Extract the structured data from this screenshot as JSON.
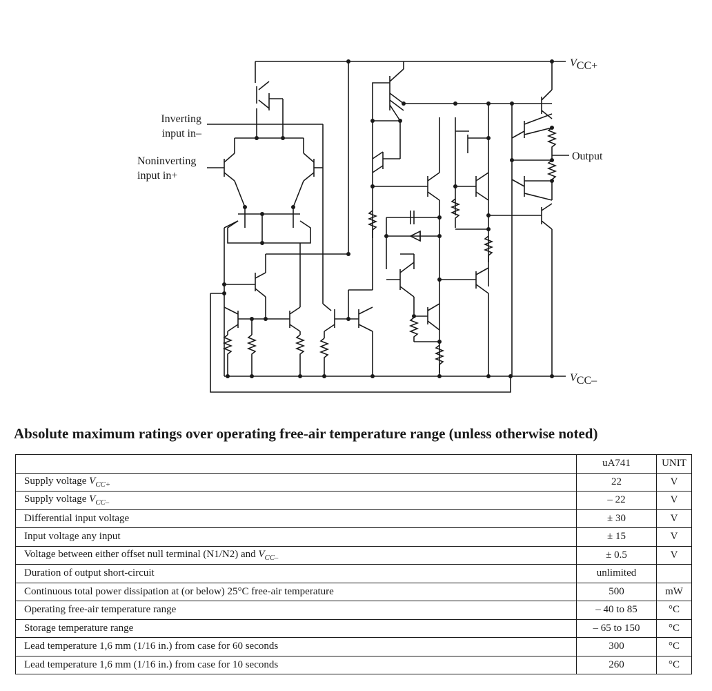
{
  "schematic": {
    "labels": {
      "inverting_line1": "Inverting",
      "inverting_line2": "input in–",
      "noninverting_line1": "Noninverting",
      "noninverting_line2": "input in+",
      "output": "Output",
      "vcc_plus_main": "V",
      "vcc_plus_sub": "CC+",
      "vcc_minus_main": "V",
      "vcc_minus_sub": "CC–"
    }
  },
  "table": {
    "title": "Absolute maximum ratings over operating free-air temperature range (unless otherwise noted)",
    "header": {
      "param": "",
      "value": "uA741",
      "unit": "UNIT"
    },
    "rows": [
      {
        "param": "Supply voltage ",
        "var": "V",
        "var_sub": "CC+",
        "value": "22",
        "unit": "V"
      },
      {
        "param": "Supply voltage ",
        "var": "V",
        "var_sub": "CC–",
        "value": "– 22",
        "unit": "V"
      },
      {
        "param": "Differential input voltage",
        "var": "",
        "var_sub": "",
        "value": "± 30",
        "unit": "V"
      },
      {
        "param": "Input voltage any input",
        "var": "",
        "var_sub": "",
        "value": "± 15",
        "unit": "V"
      },
      {
        "param": "Voltage between either offset null terminal (N1/N2) and ",
        "var": "V",
        "var_sub": "CC–",
        "value": "± 0.5",
        "unit": "V"
      },
      {
        "param": "Duration of output short-circuit",
        "var": "",
        "var_sub": "",
        "value": "unlimited",
        "unit": ""
      },
      {
        "param": "Continuous total power dissipation at (or below) 25°C free-air temperature",
        "var": "",
        "var_sub": "",
        "value": "500",
        "unit": "mW"
      },
      {
        "param": "Operating free-air temperature range",
        "var": "",
        "var_sub": "",
        "value": "– 40 to 85",
        "unit": "°C"
      },
      {
        "param": "Storage temperature range",
        "var": "",
        "var_sub": "",
        "value": "– 65 to 150",
        "unit": "°C"
      },
      {
        "param": "Lead temperature 1,6 mm (1/16 in.) from case for 60 seconds",
        "var": "",
        "var_sub": "",
        "value": "300",
        "unit": "°C"
      },
      {
        "param": "Lead temperature 1,6 mm (1/16 in.) from case for 10 seconds",
        "var": "",
        "var_sub": "",
        "value": "260",
        "unit": "°C"
      }
    ]
  }
}
